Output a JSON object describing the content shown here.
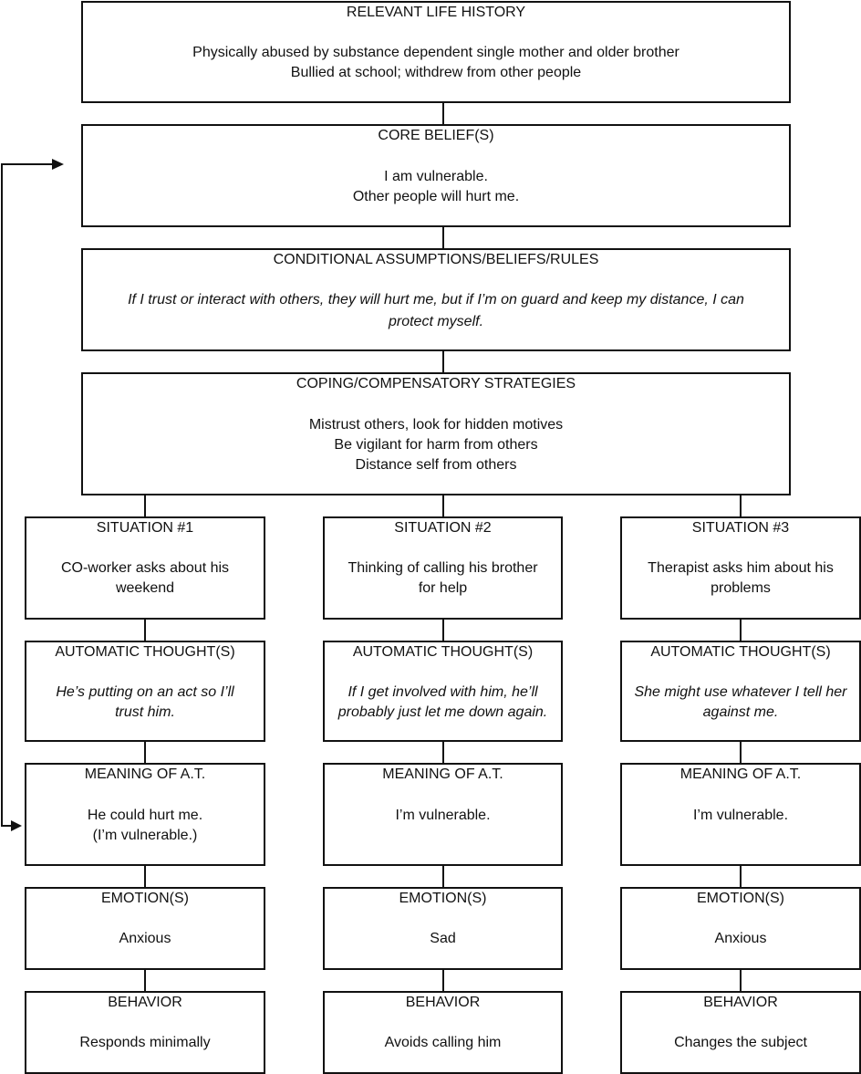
{
  "top_boxes": [
    {
      "header": "RELEVANT LIFE HISTORY",
      "lines": [
        "Physically abused by substance dependent single mother and older brother",
        "Bullied at school; withdrew from other people"
      ]
    },
    {
      "header": "CORE BELIEF(S)",
      "lines": [
        "I am vulnerable.",
        "Other people will hurt me."
      ]
    },
    {
      "header": "CONDITIONAL ASSUMPTIONS/BELIEFS/RULES",
      "lines": [
        "If I trust or interact with others, they will hurt me, but if I’m on guard and keep my distance, I can",
        "protect myself."
      ]
    },
    {
      "header": "COPING/COMPENSATORY STRATEGIES",
      "lines": [
        "Mistrust others, look for hidden motives",
        "Be vigilant for harm from others",
        "Distance self from others"
      ]
    }
  ],
  "columns": [
    {
      "situation": {
        "header": "SITUATION #1",
        "lines": [
          "CO-worker asks about his",
          "weekend"
        ]
      },
      "automatic_thought": {
        "header": "AUTOMATIC THOUGHT(S)",
        "lines": [
          "He’s putting on an act so I’ll",
          "trust him."
        ]
      },
      "meaning": {
        "header": "MEANING OF A.T.",
        "lines": [
          "He could hurt me.",
          "(I’m vulnerable.)"
        ]
      },
      "emotion": {
        "header": "EMOTION(S)",
        "lines": [
          "Anxious"
        ]
      },
      "behavior": {
        "header": "BEHAVIOR",
        "lines": [
          "Responds minimally"
        ]
      }
    },
    {
      "situation": {
        "header": "SITUATION #2",
        "lines": [
          "Thinking of calling his brother",
          "for help"
        ]
      },
      "automatic_thought": {
        "header": "AUTOMATIC THOUGHT(S)",
        "lines": [
          "If I get involved with him, he’ll",
          "probably just let me down again."
        ]
      },
      "meaning": {
        "header": "MEANING OF A.T.",
        "lines": [
          "I’m vulnerable."
        ]
      },
      "emotion": {
        "header": "EMOTION(S)",
        "lines": [
          "Sad"
        ]
      },
      "behavior": {
        "header": "BEHAVIOR",
        "lines": [
          "Avoids calling him"
        ]
      }
    },
    {
      "situation": {
        "header": "SITUATION #3",
        "lines": [
          "Therapist asks him about his",
          "problems"
        ]
      },
      "automatic_thought": {
        "header": "AUTOMATIC THOUGHT(S)",
        "lines": [
          "She might use whatever I tell her",
          "against me."
        ]
      },
      "meaning": {
        "header": "MEANING OF A.T.",
        "lines": [
          "I’m vulnerable."
        ]
      },
      "emotion": {
        "header": "EMOTION(S)",
        "lines": [
          "Anxious"
        ]
      },
      "behavior": {
        "header": "BEHAVIOR",
        "lines": [
          "Changes the subject"
        ]
      }
    }
  ]
}
